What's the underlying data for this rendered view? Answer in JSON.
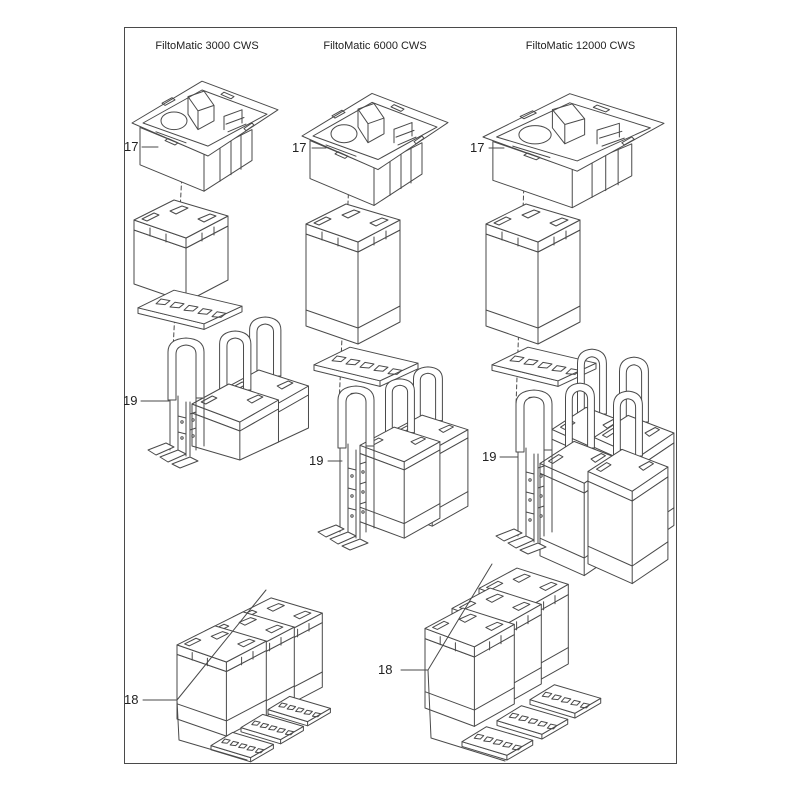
{
  "diagram": {
    "background_color": "#ffffff",
    "line_color": "#4a4a4a",
    "text_color": "#222222",
    "columns": [
      {
        "title": "FiltoMatic 3000 CWS",
        "container_label": "17",
        "holder_label": "19"
      },
      {
        "title": "FiltoMatic 6000 CWS",
        "container_label": "17",
        "holder_label": "19"
      },
      {
        "title": "FiltoMatic 12000 CWS",
        "container_label": "17",
        "holder_label": "19"
      }
    ],
    "foam_sets": [
      {
        "label": "18"
      },
      {
        "label": "18"
      }
    ]
  }
}
